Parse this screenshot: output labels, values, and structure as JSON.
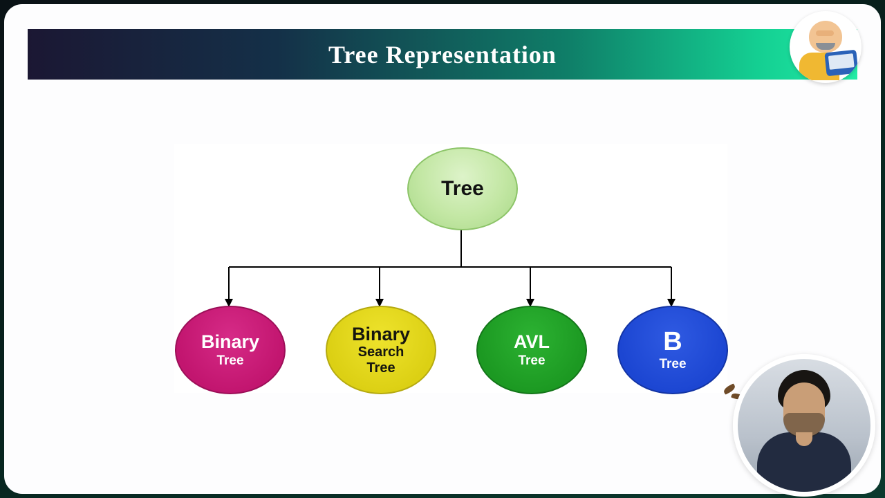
{
  "header": {
    "title": "Tree Representation",
    "gradient_start": "#1b1733",
    "gradient_end": "#23eca6",
    "text_color": "#ffffff"
  },
  "overlays": {
    "avatar_icon": "cartoon-bald-man-with-laptop-icon",
    "webcam_icon": "presenter-face-icon",
    "decor_icon": "leaf-icon"
  },
  "diagram": {
    "root": {
      "label": "Tree",
      "fill": "#b7e3a0",
      "border": "#8cc468",
      "text_color": "#111111"
    },
    "children": [
      {
        "line1": "Binary",
        "line2": "Tree",
        "fill": "#c2156f",
        "border": "#9c0f58",
        "text_color": "#ffffff"
      },
      {
        "line1": "Binary",
        "line2": "Search",
        "line3": "Tree",
        "fill": "#dcd014",
        "border": "#b5aa10",
        "text_color": "#16160f"
      },
      {
        "line1": "AVL",
        "line2": "Tree",
        "fill": "#1c9922",
        "border": "#14761a",
        "text_color": "#ffffff"
      },
      {
        "line1": "B",
        "line2": "Tree",
        "fill": "#1c46d2",
        "border": "#1334a4",
        "text_color": "#ffffff"
      }
    ],
    "connector_color": "#000000"
  }
}
